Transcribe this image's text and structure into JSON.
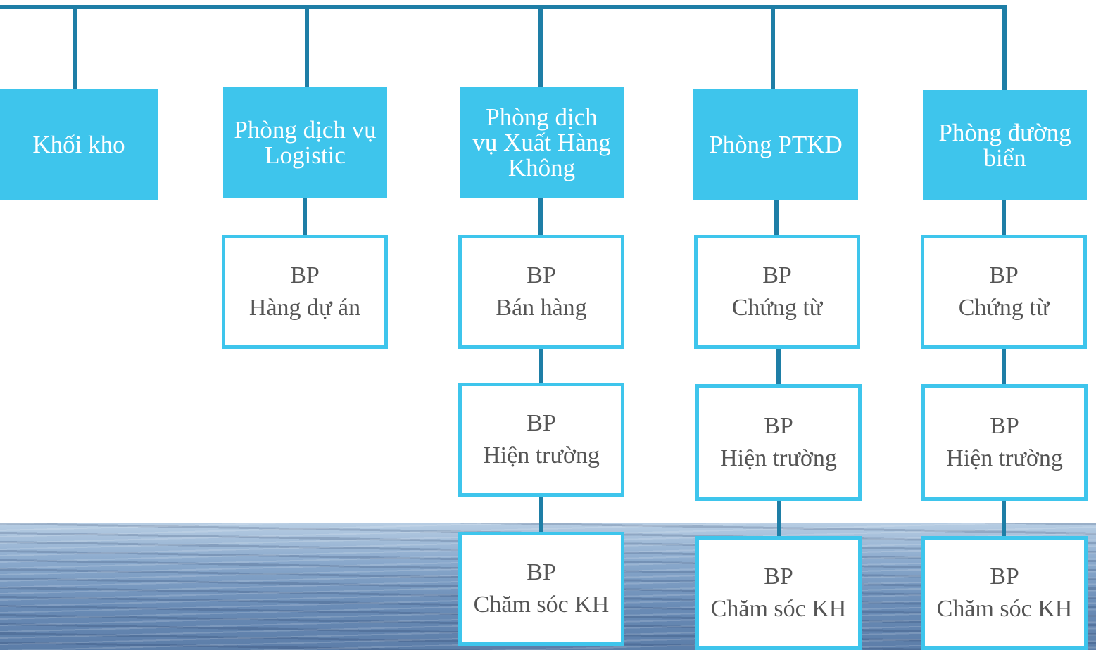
{
  "colors": {
    "line": "#1e7ea6",
    "header_fill": "#3ec5ec",
    "box_border": "#3ec5ec",
    "box_text": "#555555"
  },
  "departments": [
    {
      "name": "Khối kho",
      "units": []
    },
    {
      "name": "Phòng dịch vụ\nLogistic",
      "units": [
        {
          "code": "BP",
          "name": "Hàng dự án"
        }
      ]
    },
    {
      "name": "Phòng dịch\nvụ Xuất Hàng\nKhông",
      "units": [
        {
          "code": "BP",
          "name": "Bán hàng"
        },
        {
          "code": "BP",
          "name": "Hiện trường"
        },
        {
          "code": "BP",
          "name": "Chăm sóc KH"
        }
      ]
    },
    {
      "name": "Phòng PTKD",
      "units": [
        {
          "code": "BP",
          "name": "Chứng từ"
        },
        {
          "code": "BP",
          "name": "Hiện trường"
        },
        {
          "code": "BP",
          "name": "Chăm sóc KH"
        }
      ]
    },
    {
      "name": "Phòng đường\nbiển",
      "units": [
        {
          "code": "BP",
          "name": "Chứng từ"
        },
        {
          "code": "BP",
          "name": "Hiện trường"
        },
        {
          "code": "BP",
          "name": "Chăm sóc KH"
        }
      ]
    }
  ]
}
